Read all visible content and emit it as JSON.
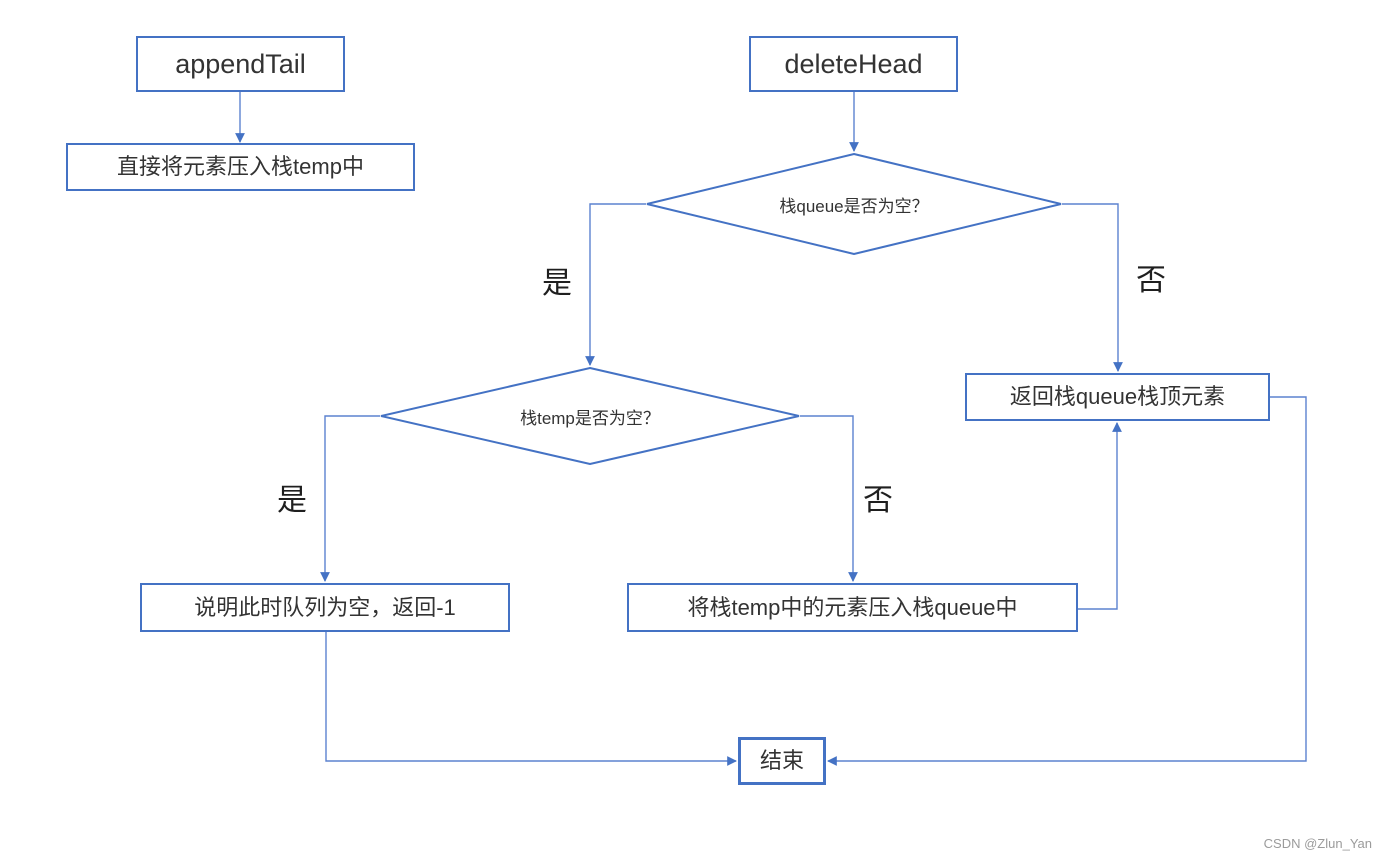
{
  "colors": {
    "shape_border": "#4472C4",
    "connector": "#5c82cf",
    "text": "#333333",
    "label_text": "#1f1f1f",
    "watermark": "#9b9b9b"
  },
  "nodes": {
    "append_tail": {
      "label": "appendTail"
    },
    "push_temp": {
      "label": "直接将元素压入栈temp中"
    },
    "delete_head": {
      "label": "deleteHead"
    },
    "queue_empty": {
      "label": "栈queue是否为空？"
    },
    "temp_empty": {
      "label": "栈temp是否为空？"
    },
    "return_top": {
      "label": "返回栈queue栈顶元素"
    },
    "empty_return": {
      "label": "说明此时队列为空，返回-1"
    },
    "move_elements": {
      "label": "将栈temp中的元素压入栈queue中"
    },
    "end": {
      "label": "结束"
    }
  },
  "edge_labels": {
    "queue_empty_yes": "是",
    "queue_empty_no": "否",
    "temp_empty_yes": "是",
    "temp_empty_no": "否"
  },
  "watermark": "CSDN @Zlun_Yan"
}
